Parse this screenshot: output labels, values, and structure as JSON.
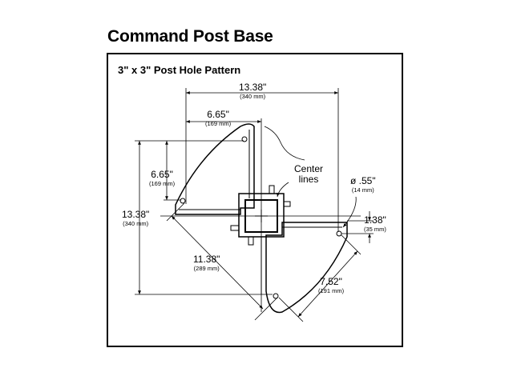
{
  "title": "Command Post Base",
  "subtitle": "3\" x 3\" Post Hole Pattern",
  "dimensions": {
    "overall_width": {
      "value": "13.38\"",
      "metric": "(340 mm)"
    },
    "half_width": {
      "value": "6.65\"",
      "metric": "(169 mm)"
    },
    "half_height": {
      "value": "6.65\"",
      "metric": "(169 mm)"
    },
    "overall_height": {
      "value": "13.38\"",
      "metric": "(340 mm)"
    },
    "diagonal": {
      "value": "11.38\"",
      "metric": "(289 mm)"
    },
    "hole_diameter": {
      "value": "ø .55\"",
      "metric": "(14 mm)"
    },
    "hole_offset": {
      "value": "1.38\"",
      "metric": "(35 mm)"
    },
    "bracket_edge": {
      "value": "7.52\"",
      "metric": "(191 mm)"
    }
  },
  "notes": {
    "center_lines_1": "Center",
    "center_lines_2": "lines"
  }
}
